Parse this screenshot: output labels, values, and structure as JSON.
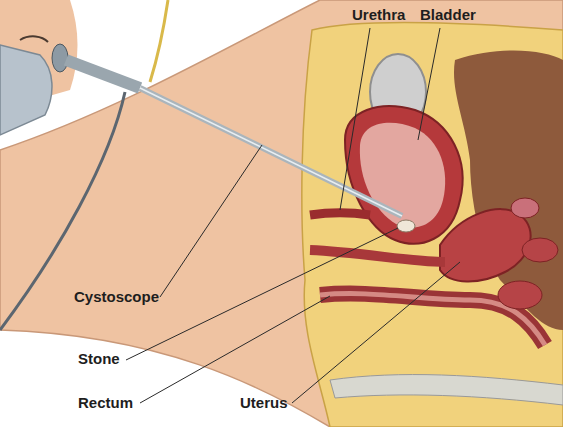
{
  "diagram": {
    "labels": [
      "Urethra",
      "Bladder",
      "Cystoscope",
      "Stone",
      "Rectum",
      "Uterus"
    ]
  }
}
